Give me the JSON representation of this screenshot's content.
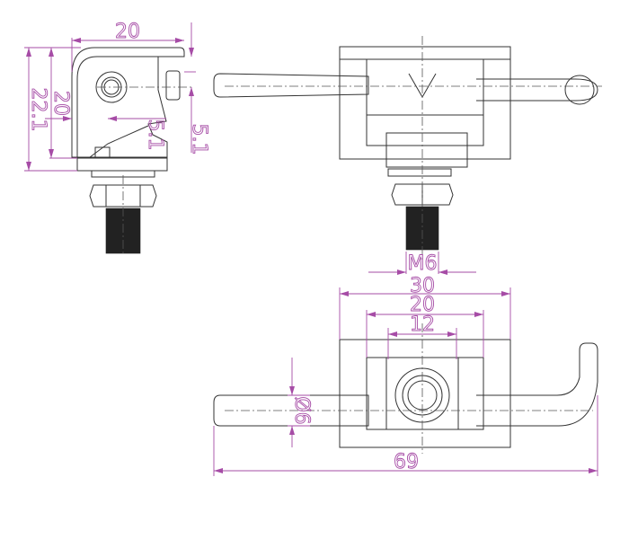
{
  "colors": {
    "dimension": "#a64ca6",
    "outline": "#333333",
    "background": "#ffffff"
  },
  "side_view": {
    "width_dim": "20",
    "overall_height_dim": "22.1",
    "jaw_height_dim": "20",
    "inner_offset_dim": "5.1",
    "right_offset_dim": "5.1"
  },
  "front_view": {
    "thread_dim": "M6"
  },
  "top_view": {
    "outer_width_dim": "30",
    "inner_width_dim": "20",
    "center_width_dim": "12",
    "rod_diameter_dim": "Ø6",
    "overall_length_dim": "69"
  }
}
